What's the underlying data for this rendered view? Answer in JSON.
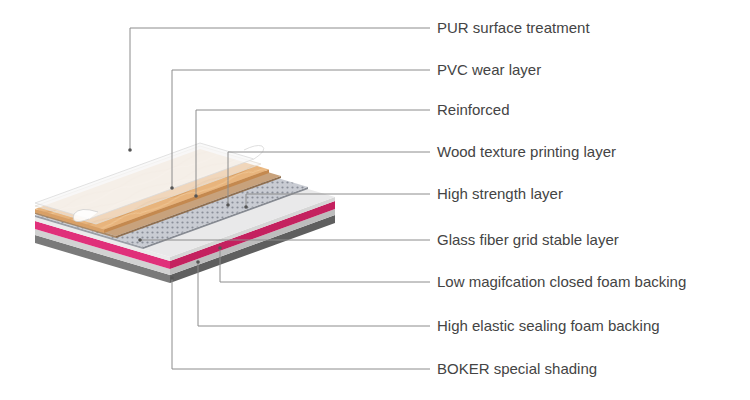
{
  "diagram": {
    "labels": [
      "PUR surface treatment",
      "PVC wear layer",
      "Reinforced",
      "Wood texture printing layer",
      "High strength layer",
      "Glass fiber grid stable layer",
      "Low magifcation closed foam backing",
      "High elastic sealing foam backing",
      "BOKER special shading"
    ]
  }
}
